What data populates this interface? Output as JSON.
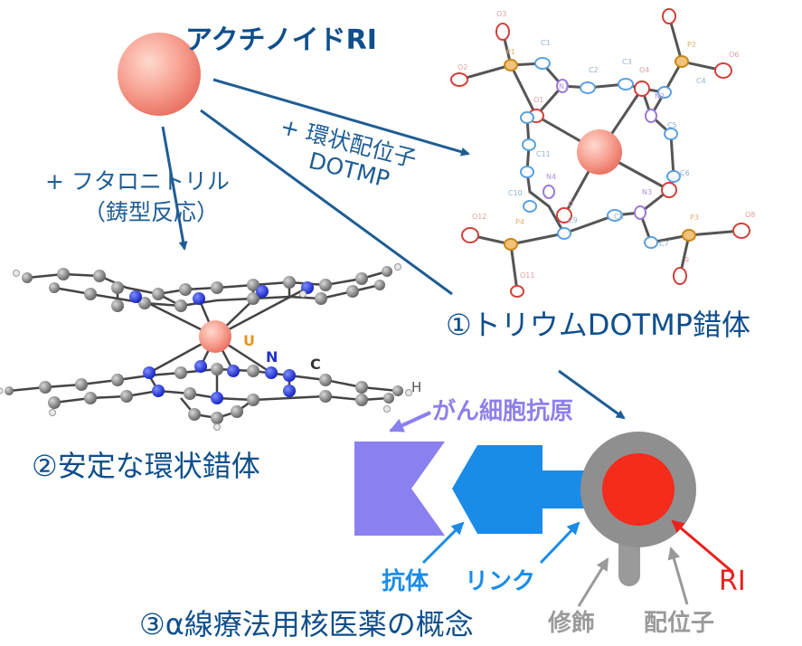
{
  "title": "アクチノイドRI",
  "arrows": {
    "dotmp_reagent_line1": "+ 環状配位子",
    "dotmp_reagent_line2": "DOTMP",
    "phthalo_reagent_line1": "+ フタロニトリル",
    "phthalo_reagent_line2": "（鋳型反応）"
  },
  "captions": {
    "complex1": "①トリウムDOTMP錯体",
    "complex2": "②安定な環状錯体",
    "concept3": "③α線療法用核医薬の概念"
  },
  "atom_labels": {
    "metal": "U",
    "nitrogen": "N",
    "carbon": "C",
    "hydrogen": "H"
  },
  "ortep_labels": [
    "O3",
    "O2",
    "P1",
    "C1",
    "N1",
    "C2",
    "C3",
    "O4",
    "P2",
    "O6",
    "C4",
    "N2",
    "O1",
    "C5",
    "C11",
    "N4",
    "C6",
    "C10",
    "O",
    "C9",
    "C8",
    "N3",
    "O12",
    "P4",
    "C7",
    "P3",
    "O8",
    "O11",
    "9"
  ],
  "concept": {
    "antigen_label": "がん細胞抗原",
    "antibody_label": "抗体",
    "linker_label": "リンク",
    "ri_label": "RI",
    "modification_label": "修飾",
    "ligand_label": "配位子"
  },
  "colors": {
    "navy_text": "#0f4f8c",
    "arrow": "#1f5d94",
    "antigen": "#8a80ef",
    "antibody": "#1a8ce8",
    "ligand_gray": "#8f8f8f",
    "ri_red": "#f52b1c",
    "sphere": "#f59a8c"
  }
}
